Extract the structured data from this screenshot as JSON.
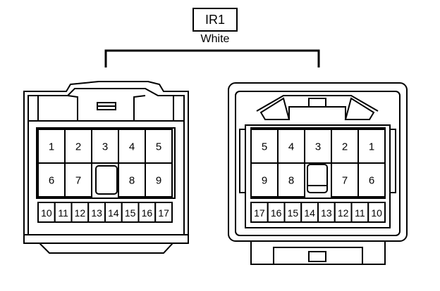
{
  "connector": {
    "code": "IR1",
    "color": "White"
  },
  "left_connector": {
    "row1": [
      "1",
      "2",
      "3",
      "4",
      "5"
    ],
    "row2": [
      "6",
      "7",
      "8",
      "9"
    ],
    "row3": [
      "10",
      "11",
      "12",
      "13",
      "14",
      "15",
      "16",
      "17"
    ]
  },
  "right_connector": {
    "row1": [
      "5",
      "4",
      "3",
      "2",
      "1"
    ],
    "row2": [
      "9",
      "8",
      "7",
      "6"
    ],
    "row3": [
      "17",
      "16",
      "15",
      "14",
      "13",
      "12",
      "11",
      "10"
    ]
  }
}
